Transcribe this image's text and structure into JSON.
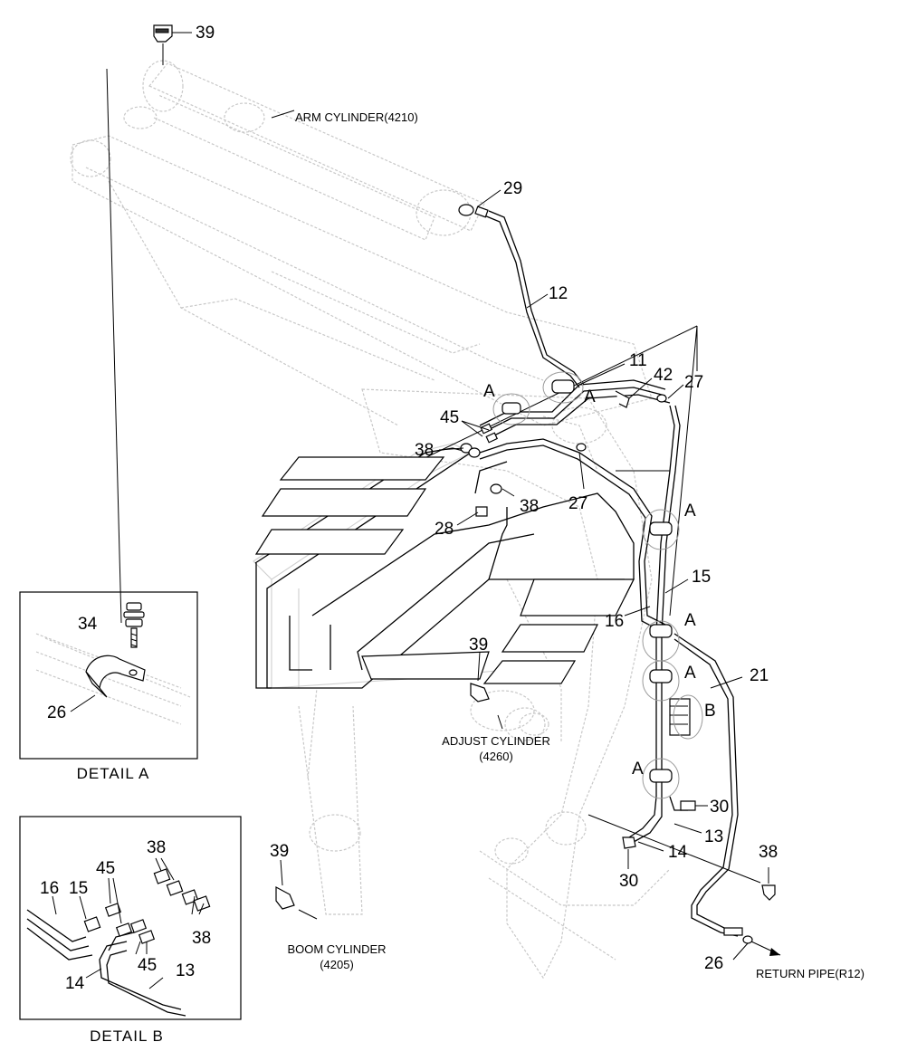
{
  "captions": {
    "arm_cylinder": "ARM CYLINDER(4210)",
    "adjust_cylinder_1": "ADJUST CYLINDER",
    "adjust_cylinder_2": "(4260)",
    "boom_cylinder_1": "BOOM CYLINDER",
    "boom_cylinder_2": "(4205)",
    "return_pipe": "RETURN PIPE(R12)",
    "detail_a": "DETAIL  A",
    "detail_b": "DETAIL  B"
  },
  "callouts": {
    "c39_top": "39",
    "c29": "29",
    "c12": "12",
    "c11": "11",
    "c42": "42",
    "c27_top": "27",
    "c45_main": "45",
    "c38_main": "38",
    "c38_mid": "38",
    "c27_mid": "27",
    "c28": "28",
    "c15_main": "15",
    "c16_main": "16",
    "c21": "21",
    "c39_adjust": "39",
    "c30_right": "30",
    "c13_main": "13",
    "c14_main": "14",
    "c30_bottom": "30",
    "c38_right": "38",
    "c26_main": "26",
    "c39_boom": "39",
    "a1": "A",
    "a2": "A",
    "a3": "A",
    "a4": "A",
    "a5": "A",
    "a6": "A",
    "b1": "B",
    "da34": "34",
    "da26": "26",
    "db38_top": "38",
    "db45_top": "45",
    "db16": "16",
    "db15": "15",
    "db38_right": "38",
    "db45_bottom": "45",
    "db14": "14",
    "db13": "13"
  }
}
